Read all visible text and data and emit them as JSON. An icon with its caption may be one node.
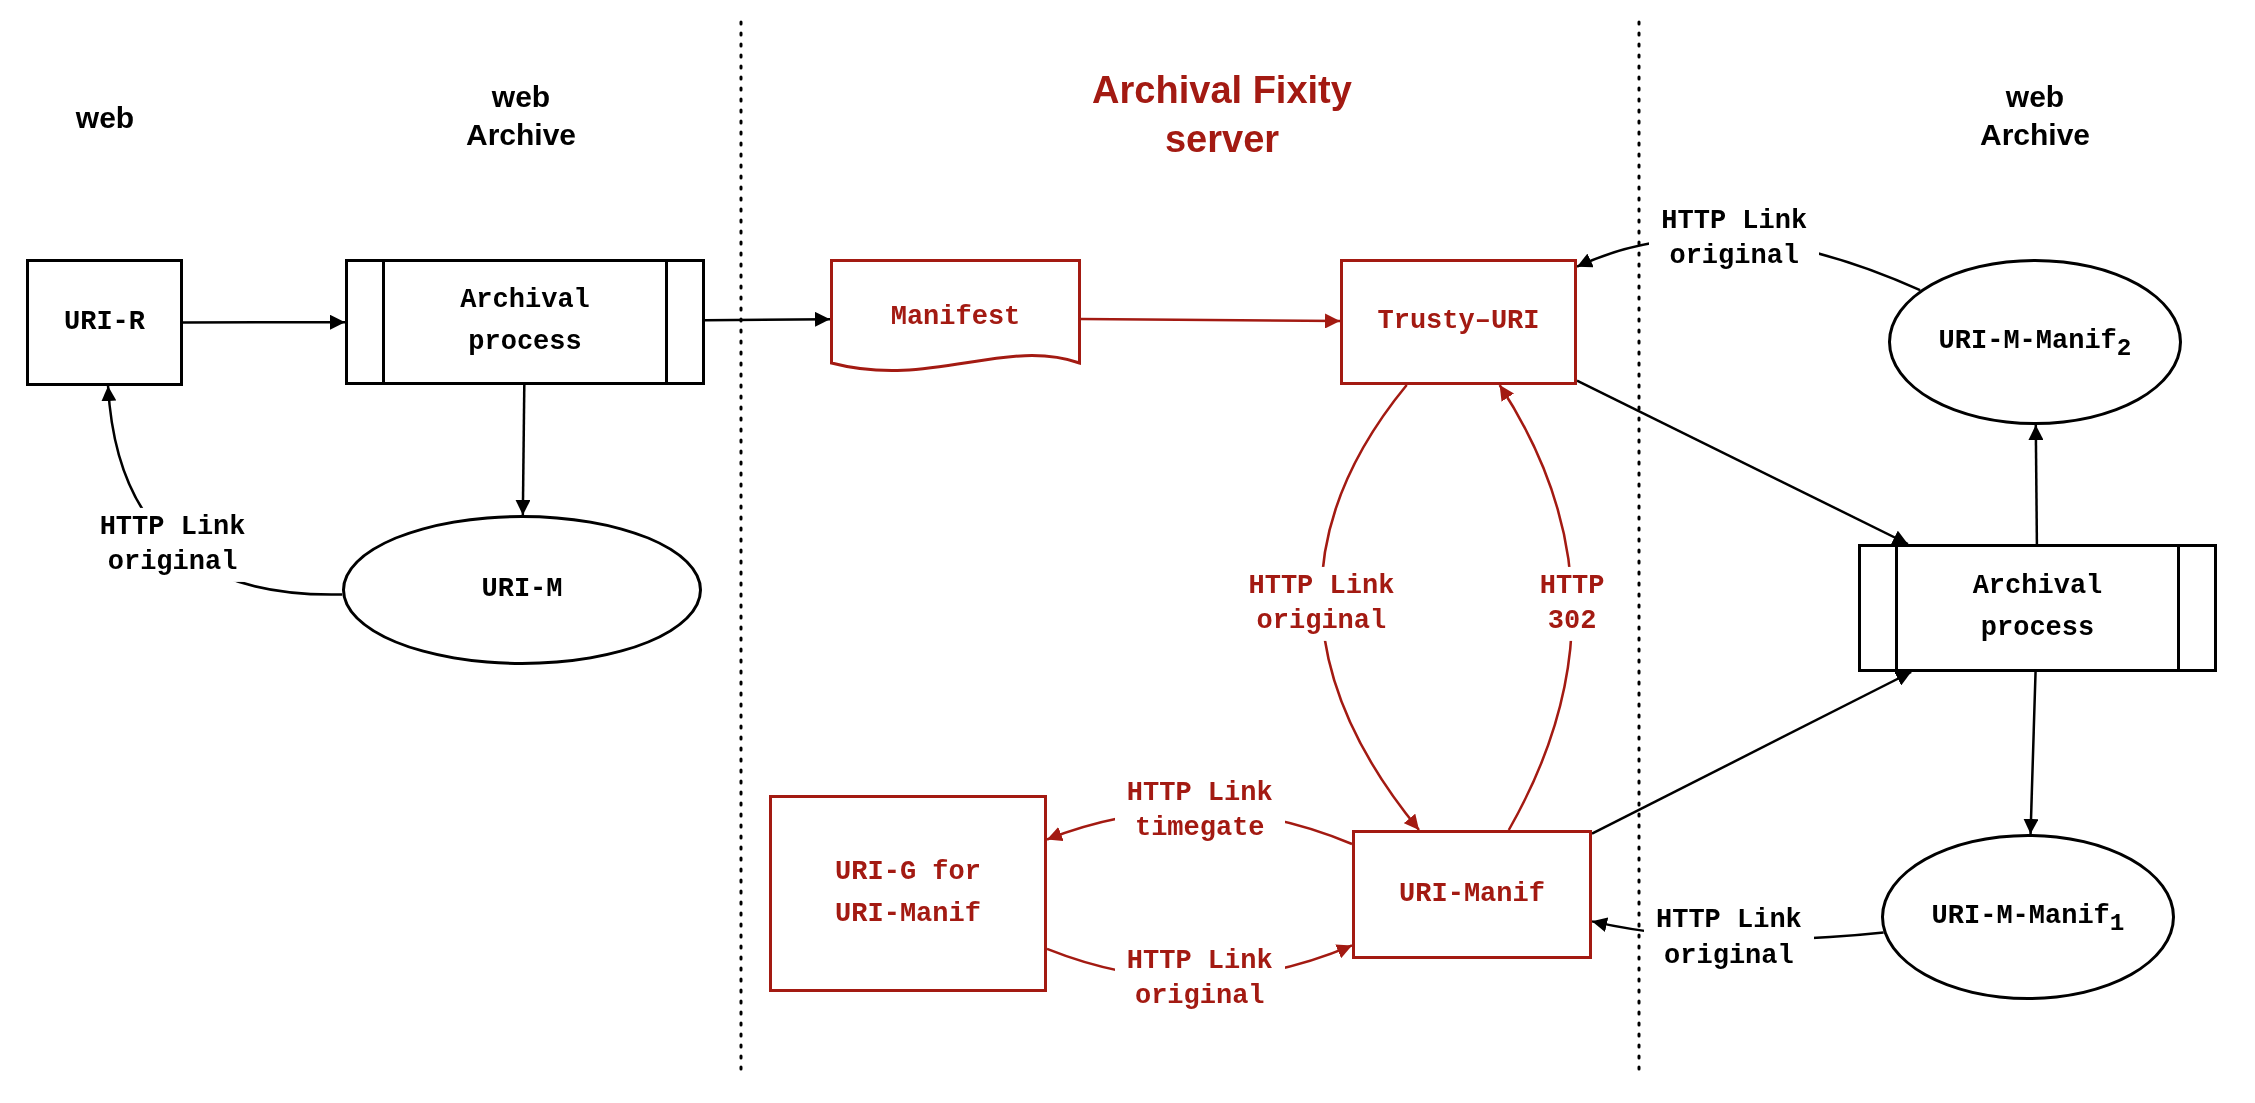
{
  "diagram": {
    "title": "Archival Fixity server",
    "nodes": [
      {
        "text": [
          "URI-R"
        ]
      },
      {
        "text": [
          "Archival process"
        ]
      },
      {
        "text": [
          "URI-M"
        ]
      },
      {
        "text": [
          "Manifest"
        ]
      },
      {
        "text": [
          "Trusty–URI"
        ]
      },
      {
        "text": [
          "URI-G for URI-Manif"
        ]
      },
      {
        "text": [
          "URI-Manif"
        ]
      },
      {
        "text": [
          "URI-M-Manif$_{2}$"
        ]
      },
      {
        "text": [
          "Archival process"
        ]
      },
      {
        "text": [
          "URI-M-Manif$_{1}$"
        ]
      }
    ],
    "edges": [
      {
        "from": 0,
        "to": 1,
        "arrow": "to"
      },
      {
        "from": 1,
        "to": 3,
        "arrow": "to"
      },
      {
        "from": 1,
        "to": 2,
        "arrow": "to"
      },
      {
        "from": 2,
        "to": 0,
        "arrow": "to",
        "label": "HTTP Link original"
      },
      {
        "from": 3,
        "to": 4,
        "arrow": "to",
        "color": "#a31a12"
      },
      {
        "from": 4,
        "to": 6,
        "arrow": "to",
        "label": "HTTP Link original",
        "color": "#a31a12"
      },
      {
        "from": 6,
        "to": 4,
        "arrow": "to",
        "label": "HTTP 302",
        "color": "#a31a12"
      },
      {
        "from": 6,
        "to": 5,
        "arrow": "to",
        "label": "HTTP Link timegate",
        "color": "#a31a12"
      },
      {
        "from": 5,
        "to": 6,
        "arrow": "to",
        "label": "HTTP Link original",
        "color": "#a31a12"
      },
      {
        "from": 7,
        "to": 4,
        "arrow": "to",
        "label": "HTTP Link original"
      },
      {
        "from": 4,
        "to": 8,
        "arrow": "to"
      },
      {
        "from": 6,
        "to": 8,
        "arrow": "to"
      },
      {
        "from": 8,
        "to": 7,
        "arrow": "to"
      },
      {
        "from": 8,
        "to": 9,
        "arrow": "to"
      },
      {
        "from": 9,
        "to": 6,
        "arrow": "to",
        "label": "HTTP Link original"
      }
    ],
    "labels": [
      "web",
      "web Archive",
      "web Archive"
    ]
  }
}
